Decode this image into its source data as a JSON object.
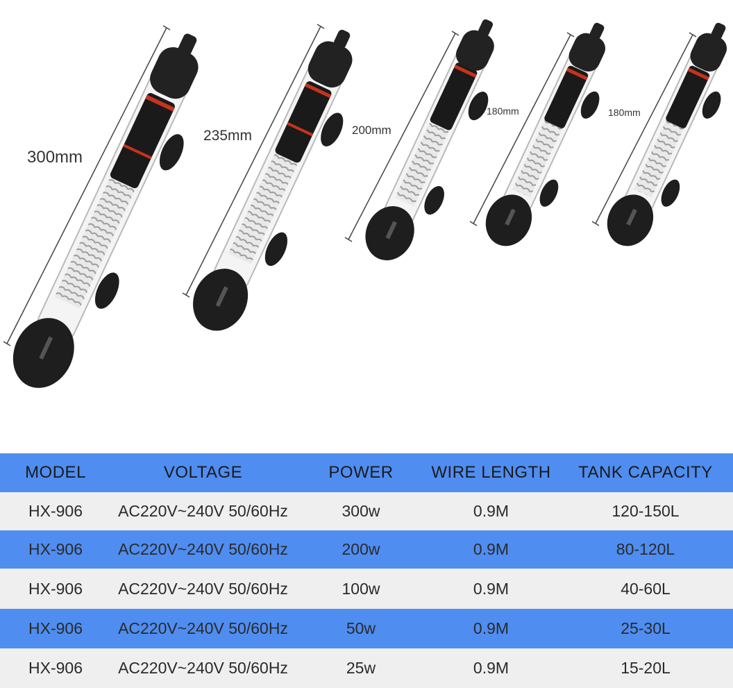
{
  "colors": {
    "accent_blue": "#4f8df0",
    "row_gray": "#efefef",
    "heater_black": "#1a1a1a",
    "heater_red": "#c8321e"
  },
  "dimension_labels": [
    "300mm",
    "235mm",
    "200mm",
    "180mm",
    "180mm"
  ],
  "table": {
    "columns": [
      "MODEL",
      "VOLTAGE",
      "POWER",
      "WIRE LENGTH",
      "TANK CAPACITY"
    ],
    "rows": [
      [
        "HX-906",
        "AC220V~240V 50/60Hz",
        "300w",
        "0.9M",
        "120-150L"
      ],
      [
        "HX-906",
        "AC220V~240V 50/60Hz",
        "200w",
        "0.9M",
        "80-120L"
      ],
      [
        "HX-906",
        "AC220V~240V 50/60Hz",
        "100w",
        "0.9M",
        "40-60L"
      ],
      [
        "HX-906",
        "AC220V~240V 50/60Hz",
        "50w",
        "0.9M",
        "25-30L"
      ],
      [
        "HX-906",
        "AC220V~240V 50/60Hz",
        "25w",
        "0.9M",
        "15-20L"
      ]
    ]
  }
}
